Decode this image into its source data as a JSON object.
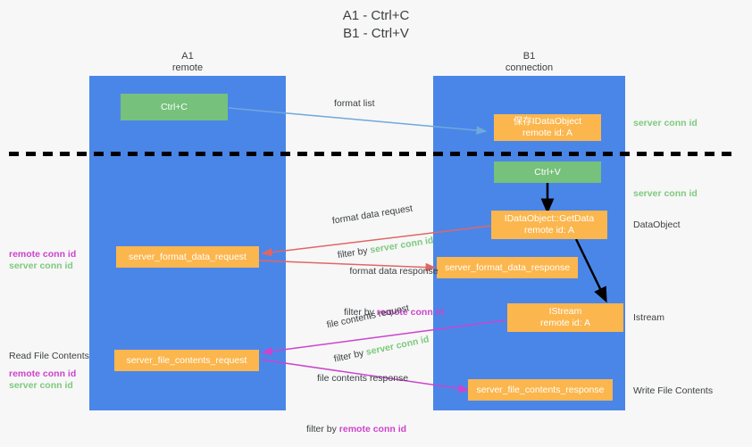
{
  "title": "A1 - Ctrl+C\nB1 - Ctrl+V",
  "columns": {
    "left": {
      "name": "A1",
      "role": "remote",
      "header": "A1\nremote"
    },
    "right": {
      "name": "B1",
      "role": "connection",
      "header": "B1\nconnection"
    }
  },
  "colors": {
    "column_blue": "#4a86e8",
    "node_green": "#76c17b",
    "node_orange": "#fbb64d",
    "server_conn_id_green": "#7ec97e",
    "remote_conn_id_magenta": "#cc44cc",
    "arrow_format_blue": "#6fa8dc",
    "arrow_format_red": "#e06666",
    "arrow_file_magenta": "#cc44cc",
    "arrow_black": "#000000",
    "background": "#f7f7f7"
  },
  "nodes": {
    "ctrl_c": "Ctrl+C",
    "save_idataobject": "保存IDataObject\nremote id: A",
    "ctrl_v": "Ctrl+V",
    "getdata": "IDataObject::GetData\nremote id: A",
    "server_format_data_request": "server_format_data_request",
    "server_format_data_response": "server_format_data_response",
    "istream": "IStream\nremote id: A",
    "server_file_contents_request": "server_file_contents_request",
    "server_file_contents_response": "server_file_contents_response"
  },
  "arrow_labels": {
    "format_list": "format list",
    "format_data_request": "format data request",
    "format_data_request_filter_prefix": "filter by ",
    "format_data_request_filter_key": "server conn id",
    "format_data_response": "format data response",
    "format_data_response_filter_prefix": "filter by ",
    "format_data_response_filter_key": "remote conn id",
    "file_contents_request": "file contents request",
    "file_contents_request_filter_prefix": "filter by ",
    "file_contents_request_filter_key": "server conn id",
    "file_contents_response": "file contents response",
    "file_contents_response_filter_prefix": "filter by ",
    "file_contents_response_filter_key": "remote conn id"
  },
  "right_annotations": {
    "server_conn_id_top": "server conn id",
    "server_conn_id_mid": "server conn id",
    "dataobject": "DataObject",
    "istream": "Istream",
    "write_file_contents": "Write File Contents"
  },
  "left_annotations": {
    "remote_conn_id_1": "remote conn id",
    "server_conn_id_1": "server conn id",
    "read_file_contents": "Read File Contents",
    "remote_conn_id_2": "remote conn id",
    "server_conn_id_2": "server conn id"
  }
}
